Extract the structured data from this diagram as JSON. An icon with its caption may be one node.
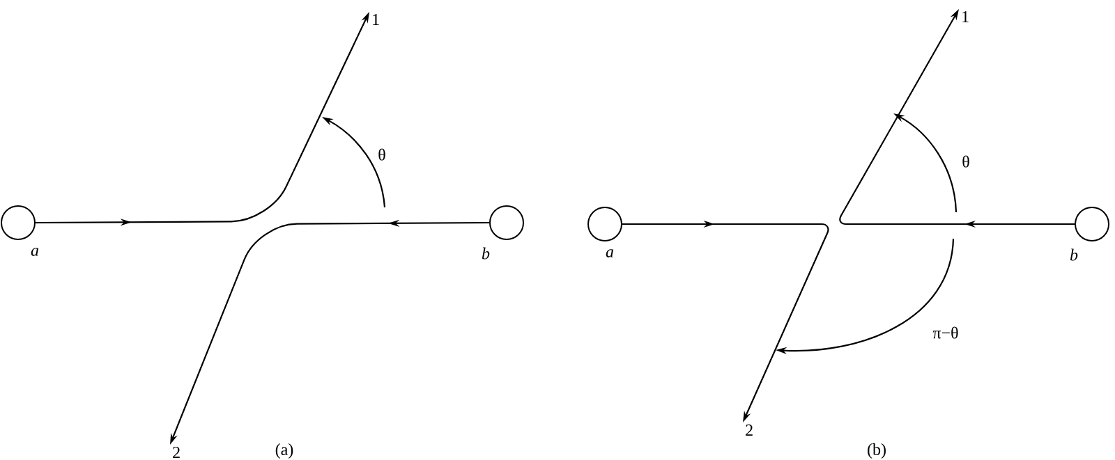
{
  "diagram": {
    "nodes": [
      {
        "text": [],
        "shape": "circle",
        "beside": [
          "a"
        ]
      },
      {
        "text": [
          "1"
        ]
      },
      {
        "text": [],
        "shape": "circle",
        "beside": [
          "b"
        ]
      },
      {
        "text": [
          "2"
        ]
      },
      {
        "text": [],
        "shape": "circle",
        "beside": [
          "a"
        ]
      },
      {
        "text": [
          "2"
        ]
      },
      {
        "text": [],
        "shape": "circle",
        "beside": [
          "b"
        ]
      },
      {
        "text": [
          "1"
        ]
      }
    ],
    "edges": [
      {
        "from": 0,
        "to": 1,
        "arrow": "to"
      },
      {
        "from": 2,
        "to": 3,
        "arrow": "to"
      },
      {
        "from": 4,
        "to": 5,
        "arrow": "to"
      },
      {
        "from": 6,
        "to": 7,
        "arrow": "to"
      }
    ],
    "labels": [
      "θ",
      "(a)",
      "θ",
      "π−θ",
      "(b)"
    ]
  }
}
